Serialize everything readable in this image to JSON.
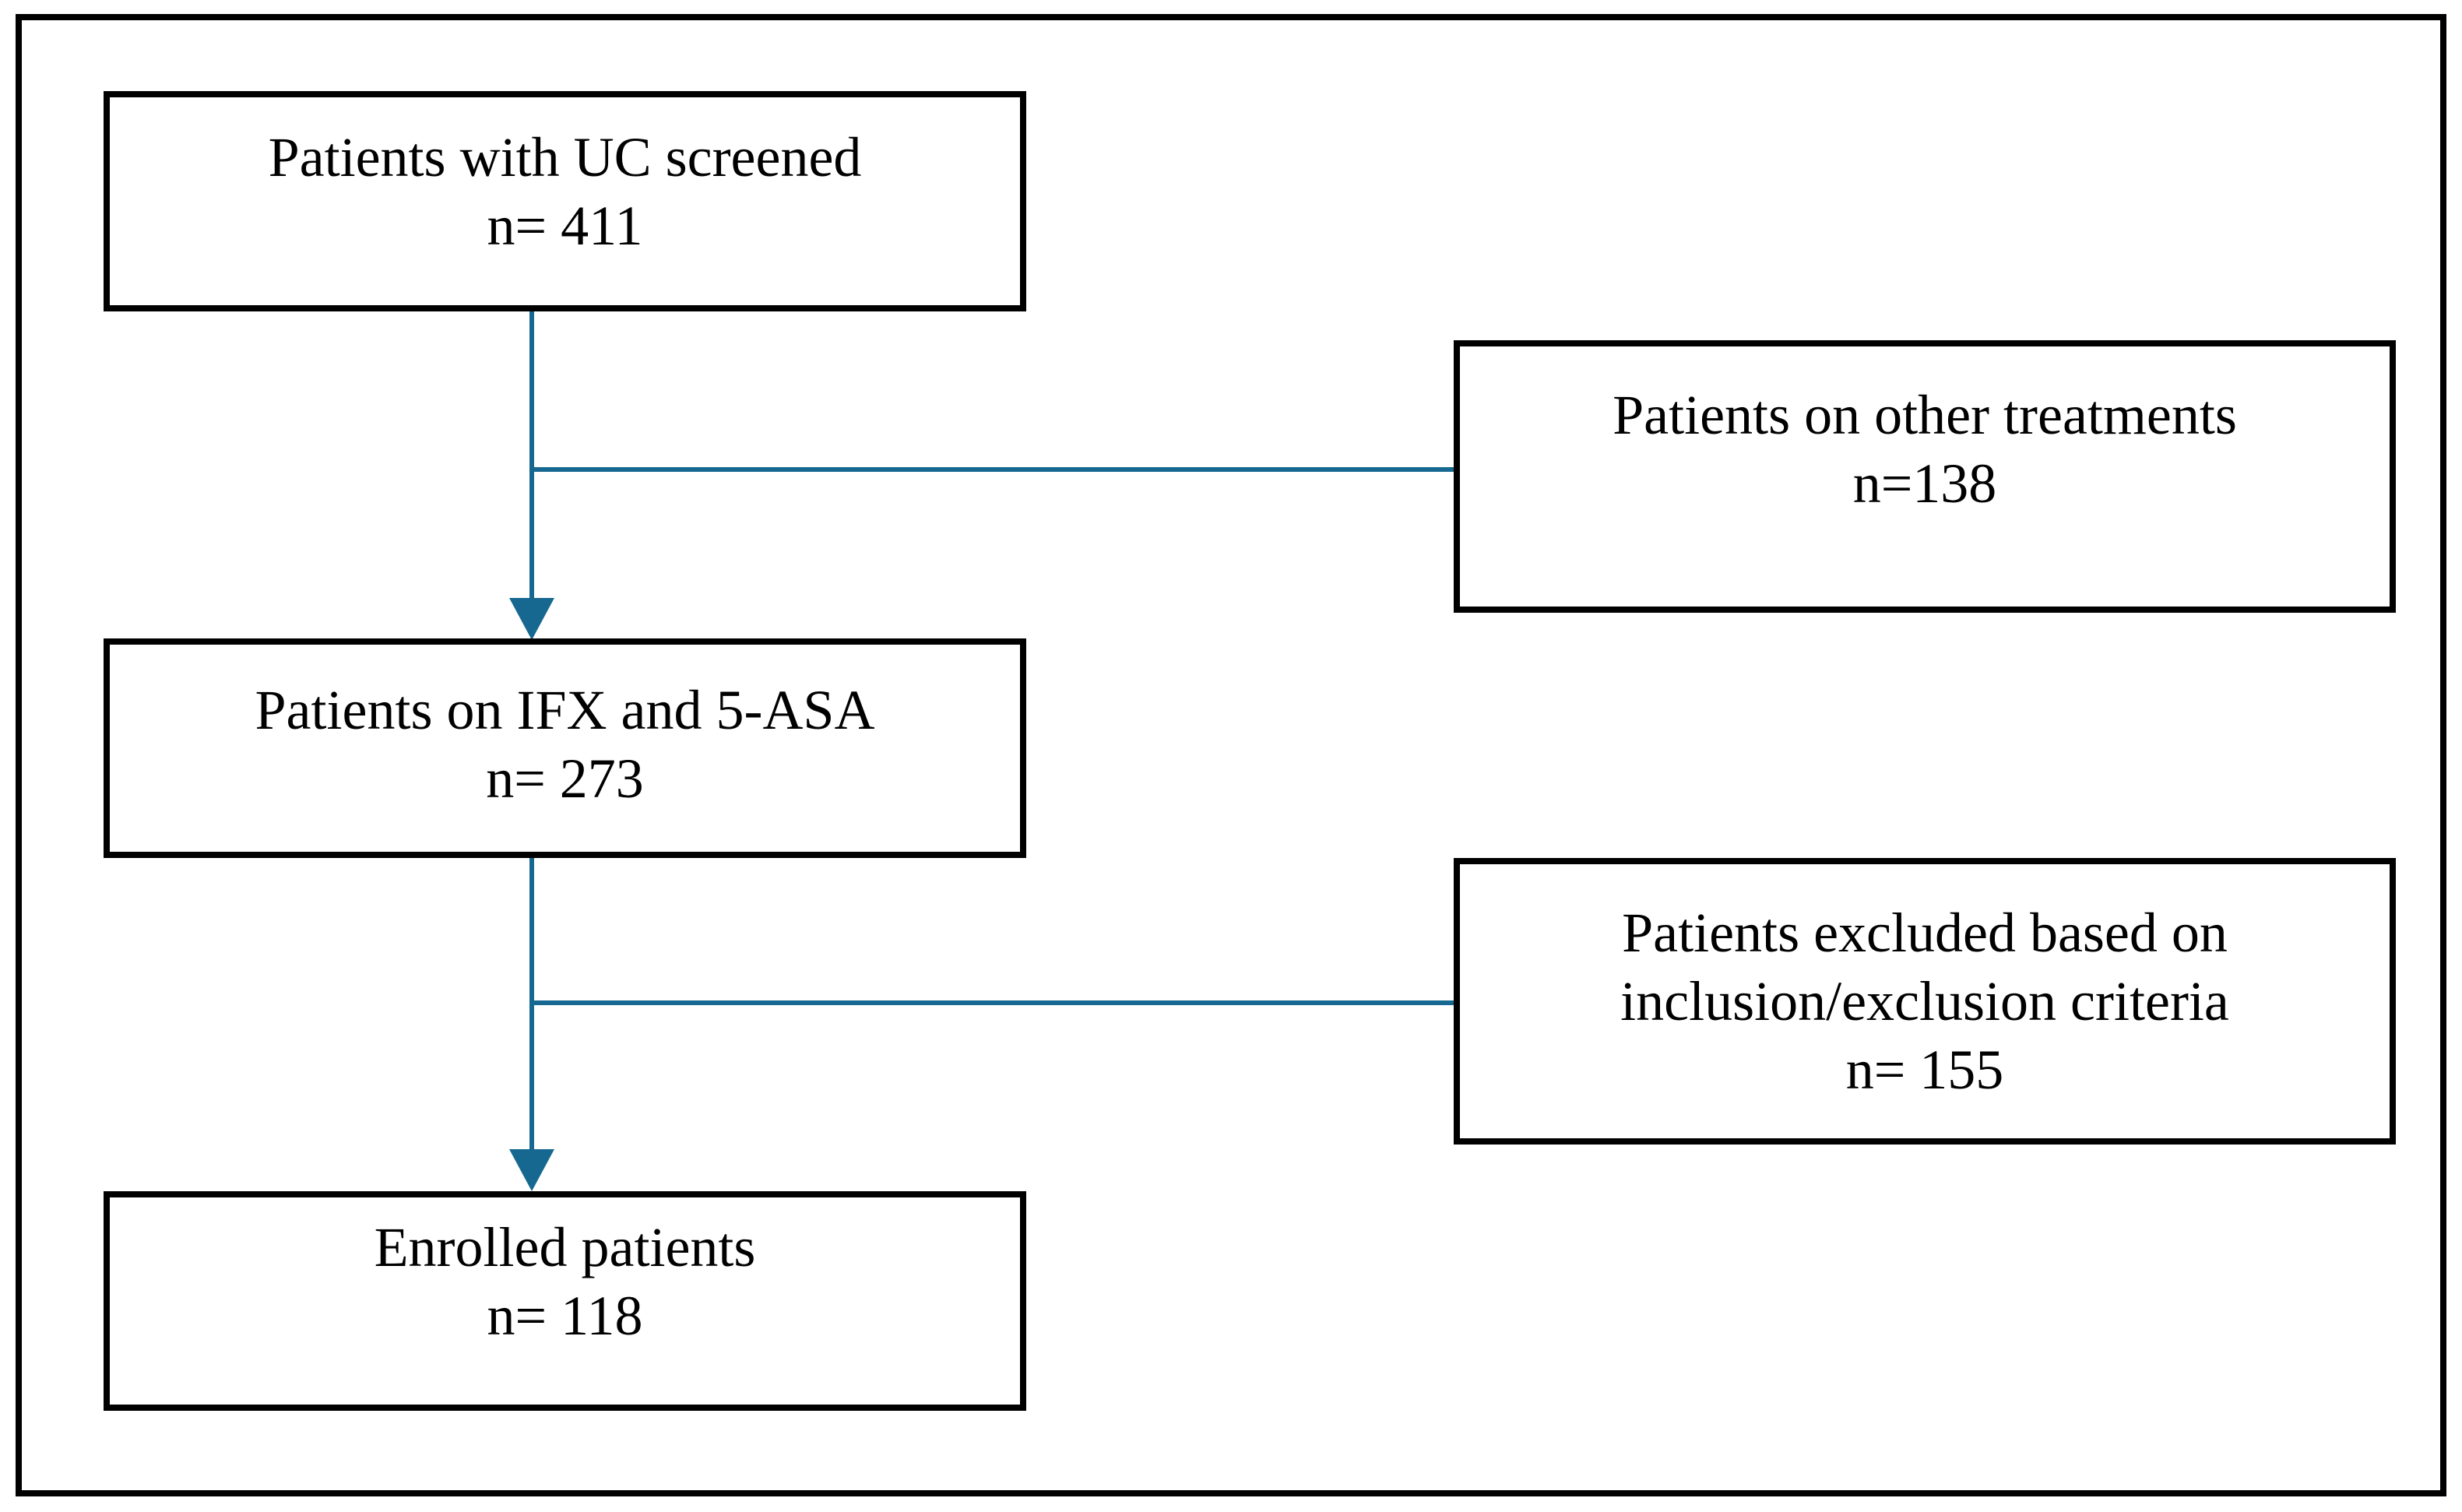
{
  "colors": {
    "connector": "#166890",
    "border": "#000000",
    "text": "#000000",
    "background": "#FFFFFF"
  },
  "flowchart": {
    "screened": {
      "label": "Patients with UC screened",
      "count": "n= 411"
    },
    "other_treatments": {
      "label": "Patients on other treatments",
      "count": "n=138"
    },
    "ifx_5asa": {
      "label": "Patients on IFX and 5-ASA",
      "count": "n= 273"
    },
    "excluded": {
      "label_line1": "Patients excluded based on",
      "label_line2": "inclusion/exclusion criteria",
      "count": "n= 155"
    },
    "enrolled": {
      "label": "Enrolled patients",
      "count": "n= 118"
    }
  }
}
